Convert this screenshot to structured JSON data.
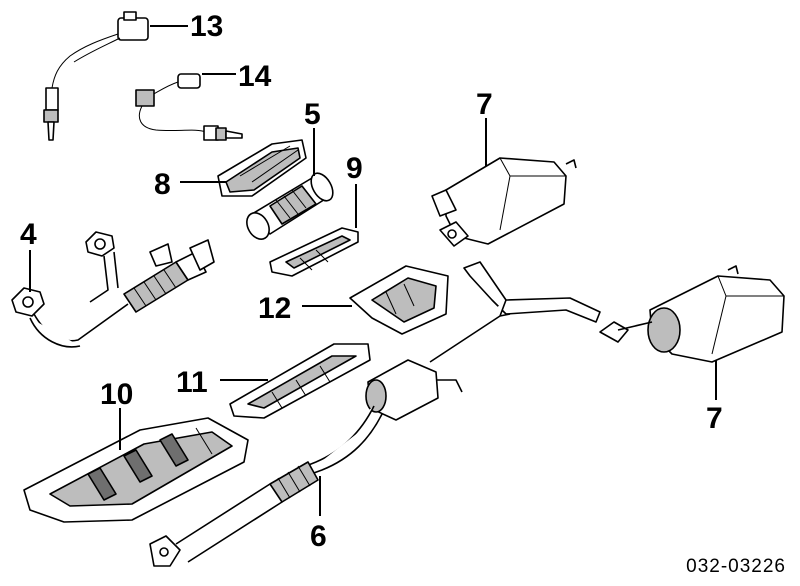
{
  "callouts": {
    "c13": "13",
    "c14": "14",
    "c5": "5",
    "c8": "8",
    "c9": "9",
    "c4": "4",
    "c7a": "7",
    "c12": "12",
    "c7b": "7",
    "c11": "11",
    "c10": "10",
    "c6": "6"
  },
  "reference_code": "032-03226"
}
